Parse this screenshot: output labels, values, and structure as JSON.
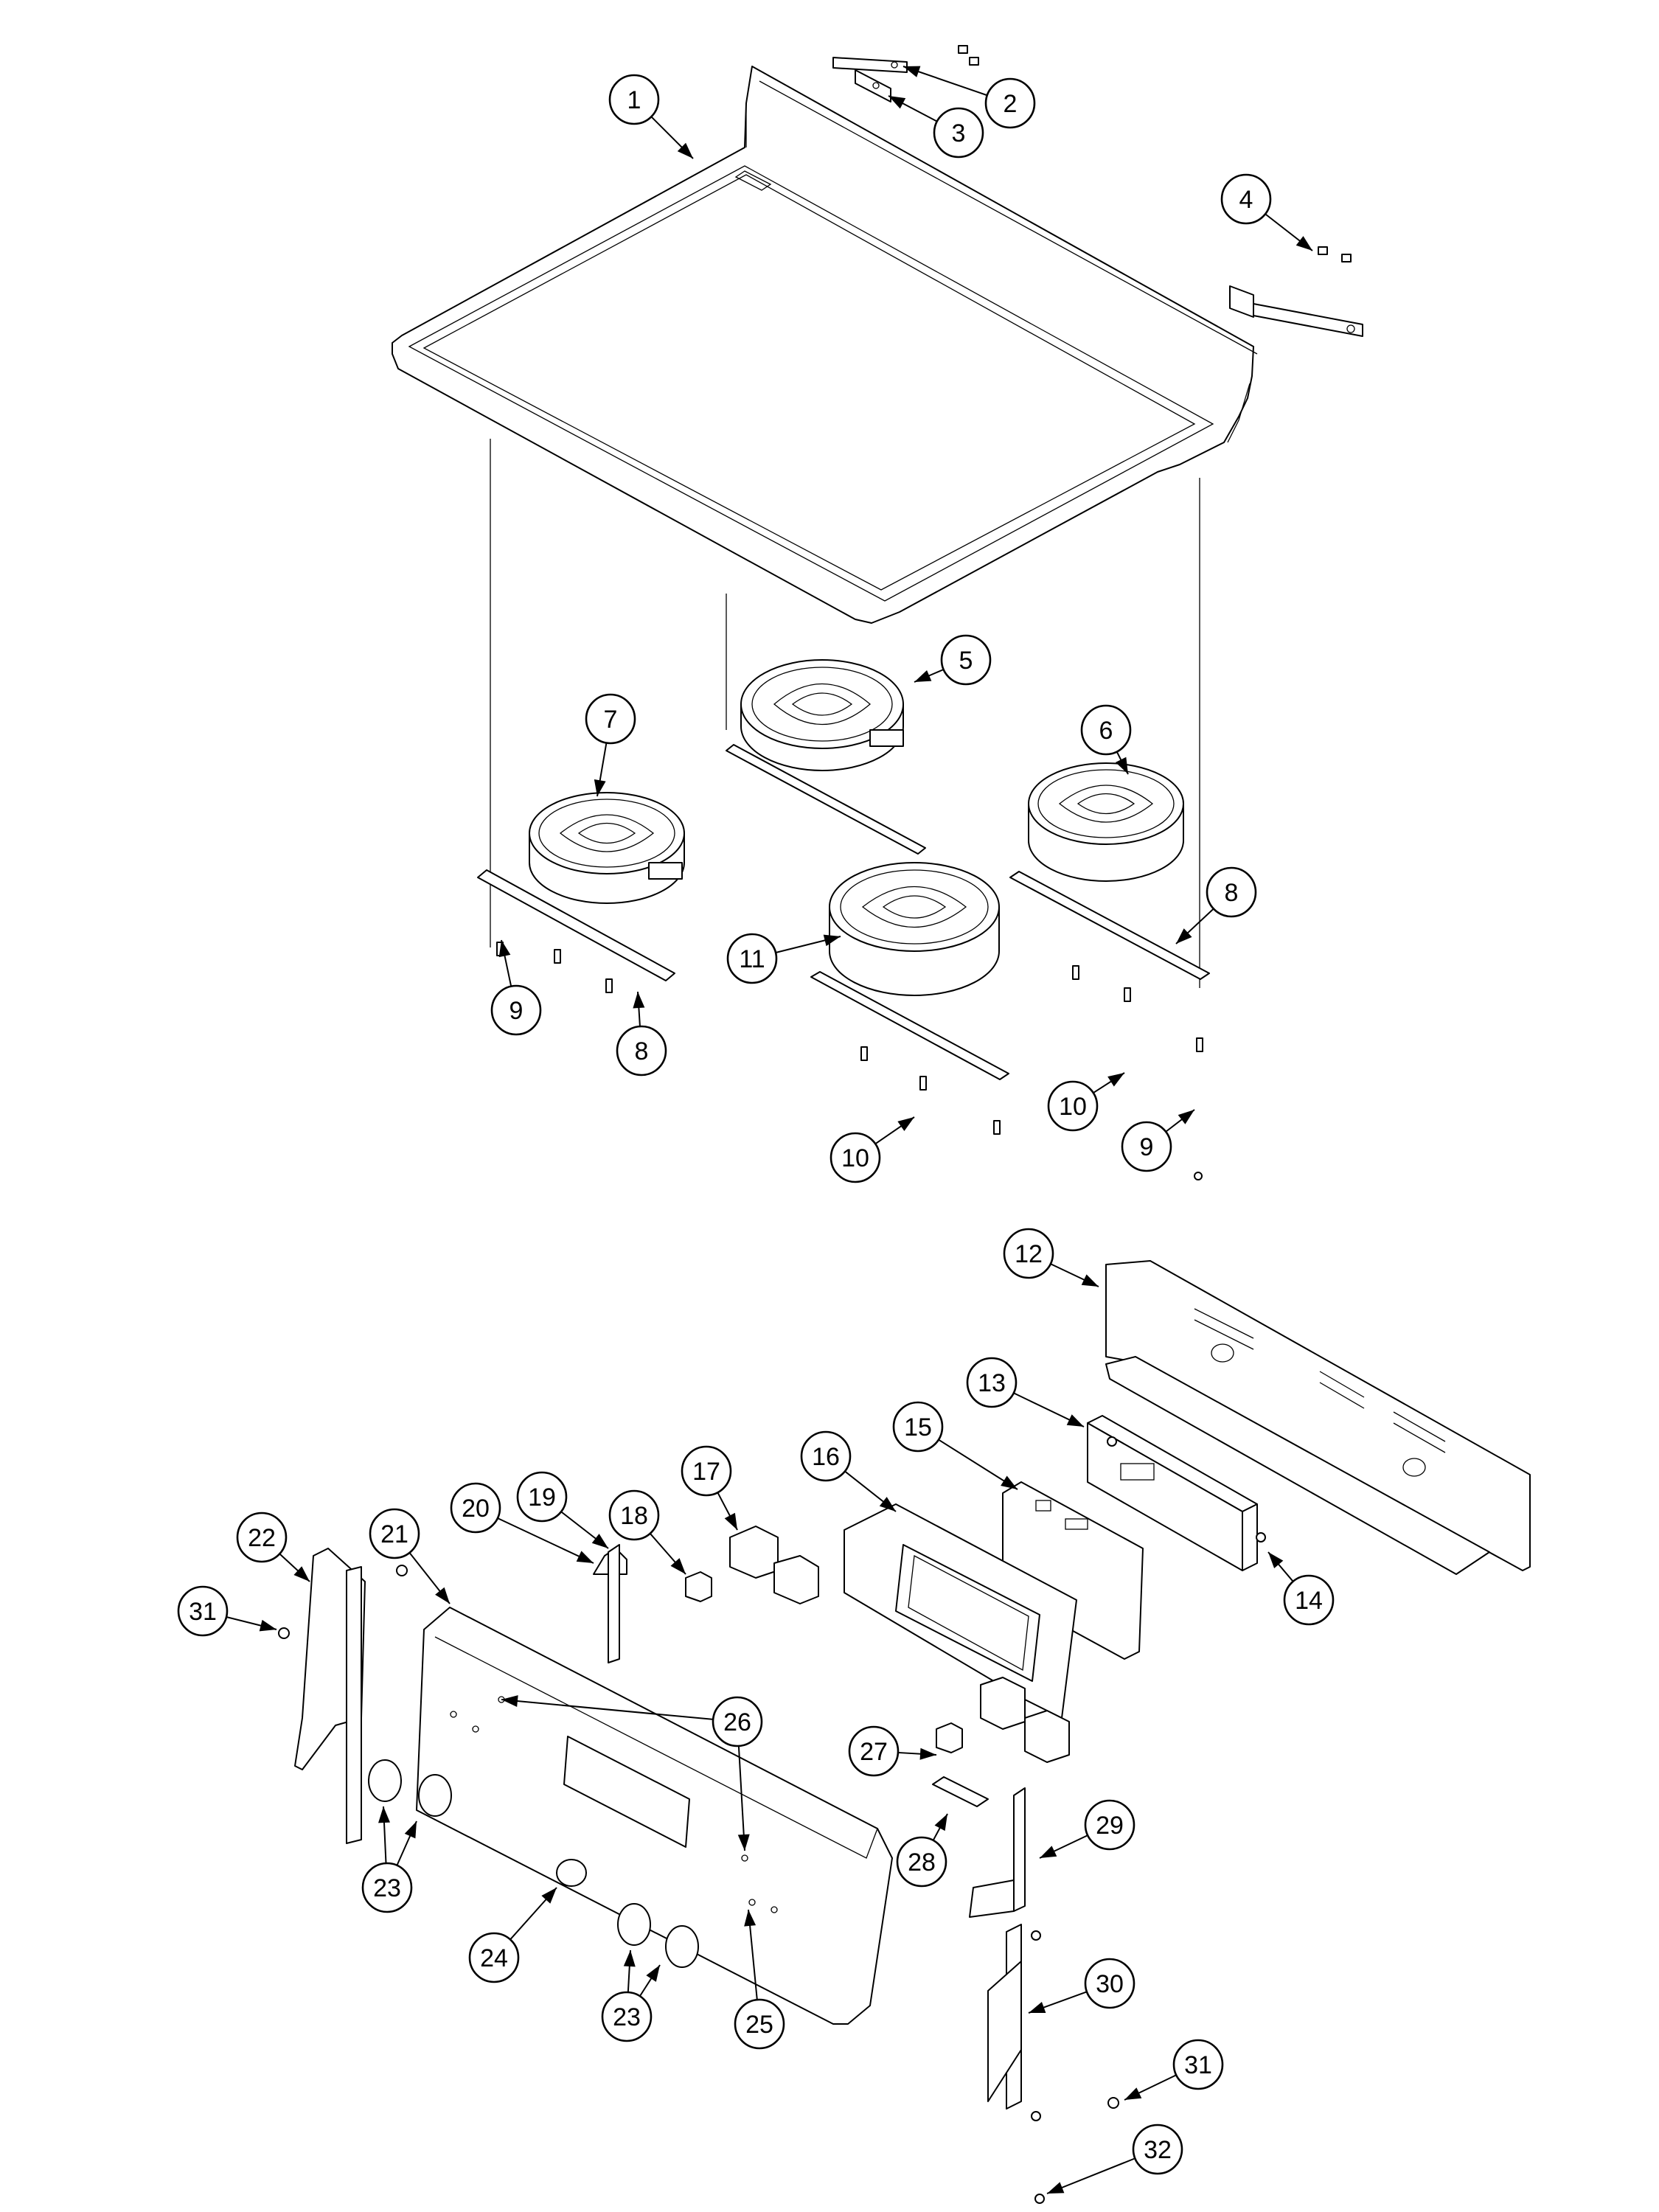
{
  "diagram": {
    "callouts": [
      {
        "id": "c1",
        "label": "1"
      },
      {
        "id": "c2",
        "label": "2"
      },
      {
        "id": "c3",
        "label": "3"
      },
      {
        "id": "c4",
        "label": "4"
      },
      {
        "id": "c5",
        "label": "5"
      },
      {
        "id": "c6",
        "label": "6"
      },
      {
        "id": "c7",
        "label": "7"
      },
      {
        "id": "c8a",
        "label": "8"
      },
      {
        "id": "c8b",
        "label": "8"
      },
      {
        "id": "c9a",
        "label": "9"
      },
      {
        "id": "c9b",
        "label": "9"
      },
      {
        "id": "c10a",
        "label": "10"
      },
      {
        "id": "c10b",
        "label": "10"
      },
      {
        "id": "c11",
        "label": "11"
      },
      {
        "id": "c12",
        "label": "12"
      },
      {
        "id": "c13",
        "label": "13"
      },
      {
        "id": "c14",
        "label": "14"
      },
      {
        "id": "c15",
        "label": "15"
      },
      {
        "id": "c16",
        "label": "16"
      },
      {
        "id": "c17",
        "label": "17"
      },
      {
        "id": "c18",
        "label": "18"
      },
      {
        "id": "c19",
        "label": "19"
      },
      {
        "id": "c20",
        "label": "20"
      },
      {
        "id": "c21",
        "label": "21"
      },
      {
        "id": "c22",
        "label": "22"
      },
      {
        "id": "c23a",
        "label": "23"
      },
      {
        "id": "c23b",
        "label": "23"
      },
      {
        "id": "c24",
        "label": "24"
      },
      {
        "id": "c25",
        "label": "25"
      },
      {
        "id": "c26",
        "label": "26"
      },
      {
        "id": "c27",
        "label": "27"
      },
      {
        "id": "c28",
        "label": "28"
      },
      {
        "id": "c29",
        "label": "29"
      },
      {
        "id": "c30",
        "label": "30"
      },
      {
        "id": "c31a",
        "label": "31"
      },
      {
        "id": "c31b",
        "label": "31"
      },
      {
        "id": "c32",
        "label": "32"
      }
    ],
    "colors": {
      "line": "#000000",
      "background": "#ffffff"
    }
  }
}
